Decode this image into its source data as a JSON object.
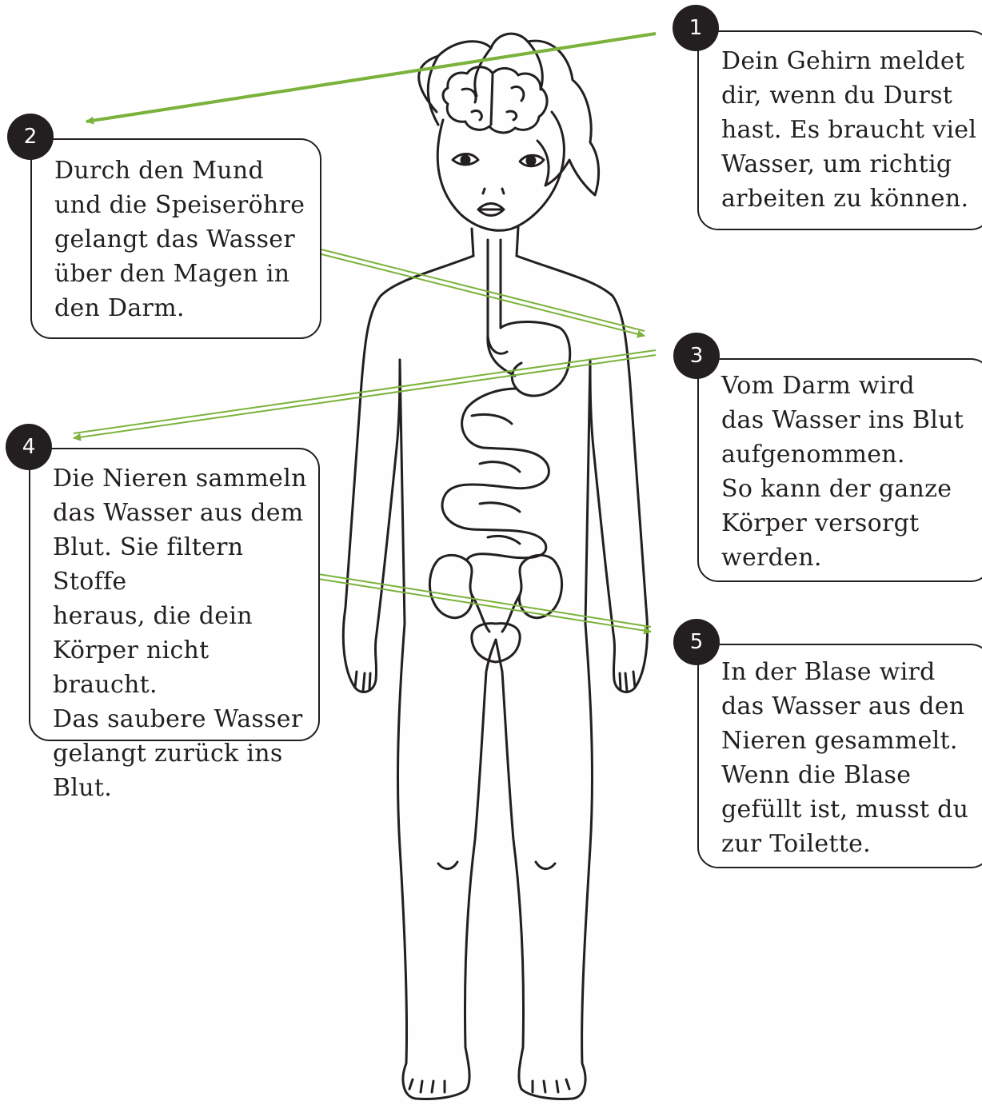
{
  "boxes": [
    {
      "number": "1",
      "text": "Dein Gehirn meldet\ndir, wenn du Durst\nhast. Es braucht viel\nWasser, um richtig\narbeiten zu können."
    },
    {
      "number": "2",
      "text": "Durch den Mund\nund die Speiseröhre\ngelangt das Wasser\nüber den Magen in\nden Darm."
    },
    {
      "number": "3",
      "text": "Vom Darm wird\ndas Wasser ins Blut\naufgenommen.\nSo kann der ganze\nKörper versorgt\nwerden."
    },
    {
      "number": "4",
      "text": "Die Nieren sammeln\ndas Wasser aus dem\nBlut. Sie filtern Stoffe\nheraus, die dein\nKörper nicht braucht.\nDas saubere Wasser\ngelangt zurück ins\nBlut."
    },
    {
      "number": "5",
      "text": "In der Blase wird\ndas Wasser aus den\nNieren gesammelt.\nWenn die Blase\ngefüllt ist, musst du\nzur Toilette."
    }
  ],
  "colors": {
    "arrow": "#7bb23b",
    "ink": "#231f20",
    "badge": "#231f20",
    "box_border": "#231f20"
  },
  "icons": {
    "figure": "child-body-outline",
    "arrow": "green-arrow"
  }
}
